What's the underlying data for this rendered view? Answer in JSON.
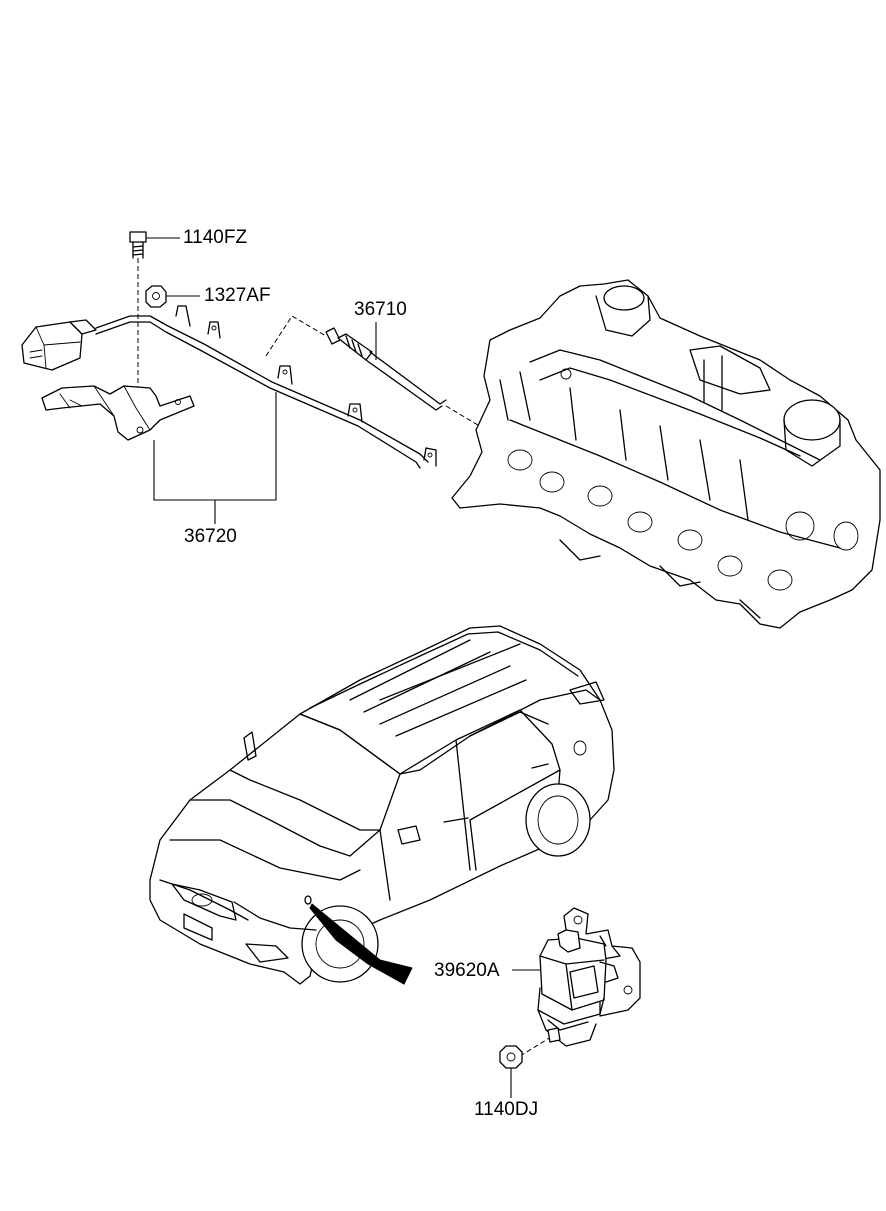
{
  "parts": [
    {
      "id": "bolt",
      "label": "1140FZ"
    },
    {
      "id": "nut_top",
      "label": "1327AF"
    },
    {
      "id": "glow_plug",
      "label": "36710"
    },
    {
      "id": "glow_harness",
      "label": "36720"
    },
    {
      "id": "glow_relay",
      "label": "39620A"
    },
    {
      "id": "nut_bottom",
      "label": "1140DJ"
    }
  ]
}
